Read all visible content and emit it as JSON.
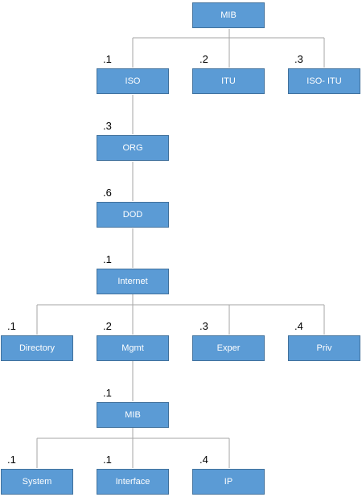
{
  "nodes": {
    "mib_root": {
      "label": "MIB"
    },
    "iso": {
      "label": "ISO",
      "oid": ".1"
    },
    "itu": {
      "label": "ITU",
      "oid": ".2"
    },
    "iso_itu": {
      "label": "ISO- ITU",
      "oid": ".3"
    },
    "org": {
      "label": "ORG",
      "oid": ".3"
    },
    "dod": {
      "label": "DOD",
      "oid": ".6"
    },
    "internet": {
      "label": "Internet",
      "oid": ".1"
    },
    "directory": {
      "label": "Directory",
      "oid": ".1"
    },
    "mgmt": {
      "label": "Mgmt",
      "oid": ".2"
    },
    "exper": {
      "label": "Exper",
      "oid": ".3"
    },
    "priv": {
      "label": "Priv",
      "oid": ".4"
    },
    "mib2": {
      "label": "MIB",
      "oid": ".1"
    },
    "system": {
      "label": "System",
      "oid": ".1"
    },
    "interface": {
      "label": "Interface",
      "oid": ".1"
    },
    "ip": {
      "label": "IP",
      "oid": ".4"
    }
  },
  "colors": {
    "node_fill": "#5b9bd5",
    "node_border": "#41719c",
    "node_text": "#ffffff",
    "connector": "#a6a6a6"
  }
}
